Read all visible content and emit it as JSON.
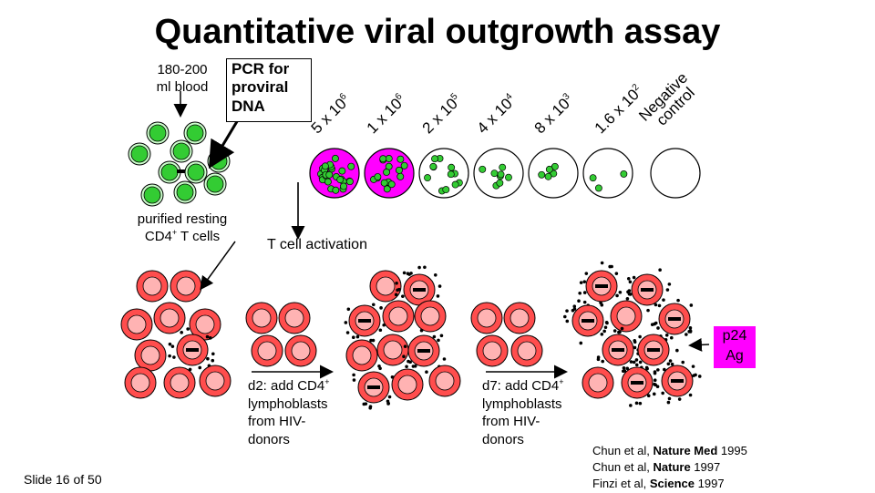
{
  "title": "Quantitative viral outgrowth assay",
  "blood_label": [
    "180-200",
    "ml blood"
  ],
  "pcr_box": [
    "PCR for",
    "proviral",
    "DNA"
  ],
  "purified_label": {
    "line1": "purified resting",
    "line2_pre": "CD4",
    "sup": "+",
    "line2_post": " T cells"
  },
  "activation_label": "T cell activation",
  "dilutions": [
    {
      "base": "5 x 10",
      "exp": "6"
    },
    {
      "base": "1 x 10",
      "exp": "6"
    },
    {
      "base": "2 x 10",
      "exp": "5"
    },
    {
      "base": "4 x 10",
      "exp": "4"
    },
    {
      "base": "8 x 10",
      "exp": "3"
    },
    {
      "base": "1.6 x 10",
      "exp": "2"
    },
    {
      "base": "Negative",
      "exp": "",
      "line2": "control"
    }
  ],
  "day2_label": {
    "pre": "d2: add CD4",
    "sup": "+",
    "rest": [
      "lymphoblasts",
      "from HIV-",
      "donors"
    ]
  },
  "day7_label": {
    "pre": "d7: add CD4",
    "sup": "+",
    "rest": [
      "lymphoblasts",
      "from HIV-",
      "donors"
    ]
  },
  "p24_label": [
    "p24",
    "Ag"
  ],
  "slide_number": "Slide 16 of 50",
  "references": [
    {
      "pre": "Chun et al, ",
      "bold": "Nature Med",
      "post": " 1995"
    },
    {
      "pre": "Chun et al, ",
      "bold": "Nature",
      "post": " 1997"
    },
    {
      "pre": "Finzi et al, ",
      "bold": "Science",
      "post": " 1997"
    }
  ],
  "colors": {
    "resting_cell": "#33cc33",
    "resting_cell_outer": "#ccffcc",
    "activated_cell": "#ff4d4d",
    "activated_cell_inner": "#ffb3b3",
    "positive_well": "#ff00ff",
    "virus_dot": "#000000",
    "p24_box": "#ff00ff"
  },
  "wells": [
    {
      "fill": "magenta",
      "green_dots": 28
    },
    {
      "fill": "magenta",
      "green_dots": 16
    },
    {
      "fill": "white",
      "green_dots": 12
    },
    {
      "fill": "white",
      "green_dots": 8
    },
    {
      "fill": "white",
      "green_dots": 5
    },
    {
      "fill": "white",
      "green_dots": 3
    },
    {
      "fill": "white",
      "green_dots": 0
    }
  ]
}
